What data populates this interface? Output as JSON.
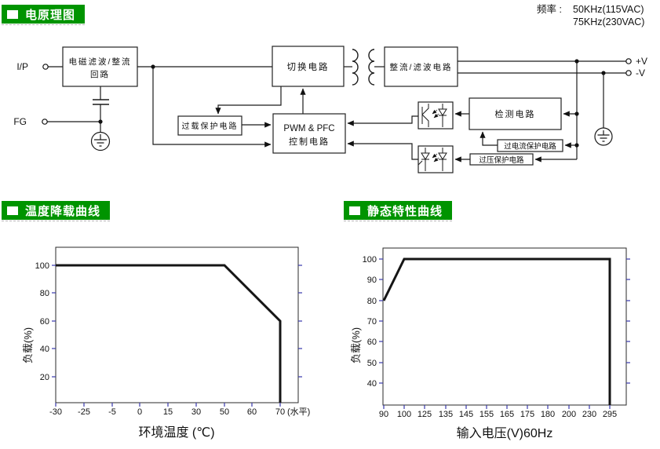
{
  "page": {
    "bg": "#ffffff",
    "accent_green": "#009400",
    "tick_color": "#3a3aad",
    "line_color": "#1a1a1a"
  },
  "sections": {
    "circuit": {
      "title": "电原理图"
    },
    "derating": {
      "title": "温度降载曲线"
    },
    "static": {
      "title": "静态特性曲线"
    }
  },
  "frequency_note": {
    "label": "频率 :",
    "line1": "50KHz(115VAC)",
    "line2": "75KHz(230VAC)"
  },
  "diagram": {
    "terminals": {
      "input": "I/P",
      "fg": "FG",
      "vplus": "+V",
      "vminus": "-V"
    },
    "blocks": {
      "emi": {
        "line1": "电磁滤波/整流",
        "line2": "回路"
      },
      "switching": {
        "label": "切换电路"
      },
      "rectifier": {
        "label": "整流/滤波电路"
      },
      "overload": {
        "label": "过载保护电路"
      },
      "pwm": {
        "line1": "PWM & PFC",
        "line2": "控制电路"
      },
      "detection": {
        "label": "检测电路"
      },
      "overcurrent": {
        "label": "过电流保护电路"
      },
      "overvoltage": {
        "label": "过压保护电路"
      }
    }
  },
  "chart_data": [
    {
      "type": "line",
      "title": "温度降载曲线",
      "xlabel": "环境温度 (℃)",
      "ylabel": "负载(%)",
      "x_tick_labels": [
        "-30",
        "-25",
        "-5",
        "0",
        "15",
        "30",
        "50",
        "60",
        "70"
      ],
      "x_axis_note": "(水平)",
      "y_tick_labels": [
        "20",
        "40",
        "60",
        "80",
        "100"
      ],
      "ylim": [
        0,
        110
      ],
      "grid": false,
      "legend": "none",
      "series": [
        {
          "name": "load-vs-ambient-temperature",
          "points": [
            [
              -30,
              100
            ],
            [
              50,
              100
            ],
            [
              70,
              60
            ],
            [
              70,
              0
            ]
          ]
        }
      ]
    },
    {
      "type": "line",
      "title": "静态特性曲线",
      "xlabel": "输入电压(V)60Hz",
      "ylabel": "负载(%)",
      "x_tick_labels": [
        "90",
        "100",
        "125",
        "135",
        "145",
        "155",
        "165",
        "175",
        "180",
        "200",
        "230",
        "295"
      ],
      "y_tick_labels": [
        "40",
        "50",
        "60",
        "70",
        "80",
        "90",
        "100"
      ],
      "ylim": [
        30,
        105
      ],
      "grid": false,
      "legend": "none",
      "series": [
        {
          "name": "load-vs-input-voltage",
          "points": [
            [
              90,
              80
            ],
            [
              100,
              100
            ],
            [
              295,
              100
            ],
            [
              295,
              0
            ]
          ]
        }
      ]
    }
  ]
}
